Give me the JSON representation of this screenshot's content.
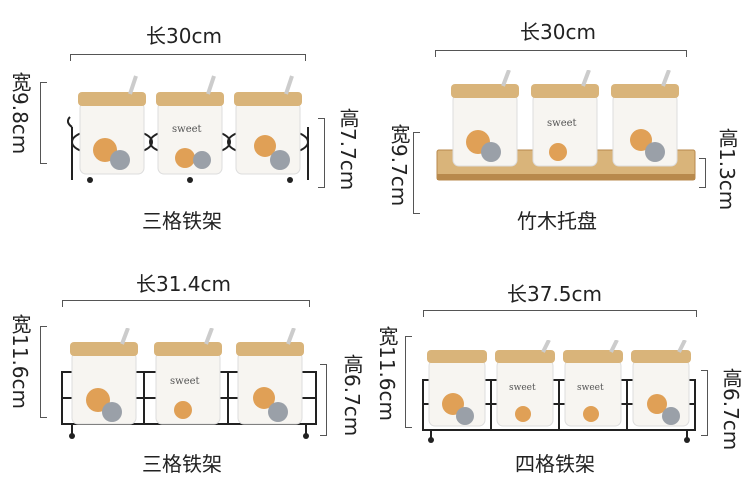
{
  "products": [
    {
      "length": "长30cm",
      "width": "宽9.8cm",
      "height": "高7.7cm",
      "caption": "三格铁架",
      "jar_text": "sweet"
    },
    {
      "length": "长30cm",
      "width": "宽9.7cm",
      "height": "高1.3cm",
      "caption": "竹木托盘",
      "jar_text": "sweet"
    },
    {
      "length": "长31.4cm",
      "width": "宽11.6cm",
      "height": "高6.7cm",
      "caption": "三格铁架",
      "jar_text": "sweet"
    },
    {
      "length": "长37.5cm",
      "width": "宽11.6cm",
      "height": "高6.7cm",
      "caption": "四格铁架",
      "jar_text": "sweet"
    }
  ],
  "colors": {
    "bamboo": "#d9b47a",
    "bamboo_dark": "#b8894c",
    "ceramic": "#f7f5f1",
    "iron": "#222222",
    "cat_orange": "#e0a056",
    "cat_gray": "#9aa0a8"
  }
}
